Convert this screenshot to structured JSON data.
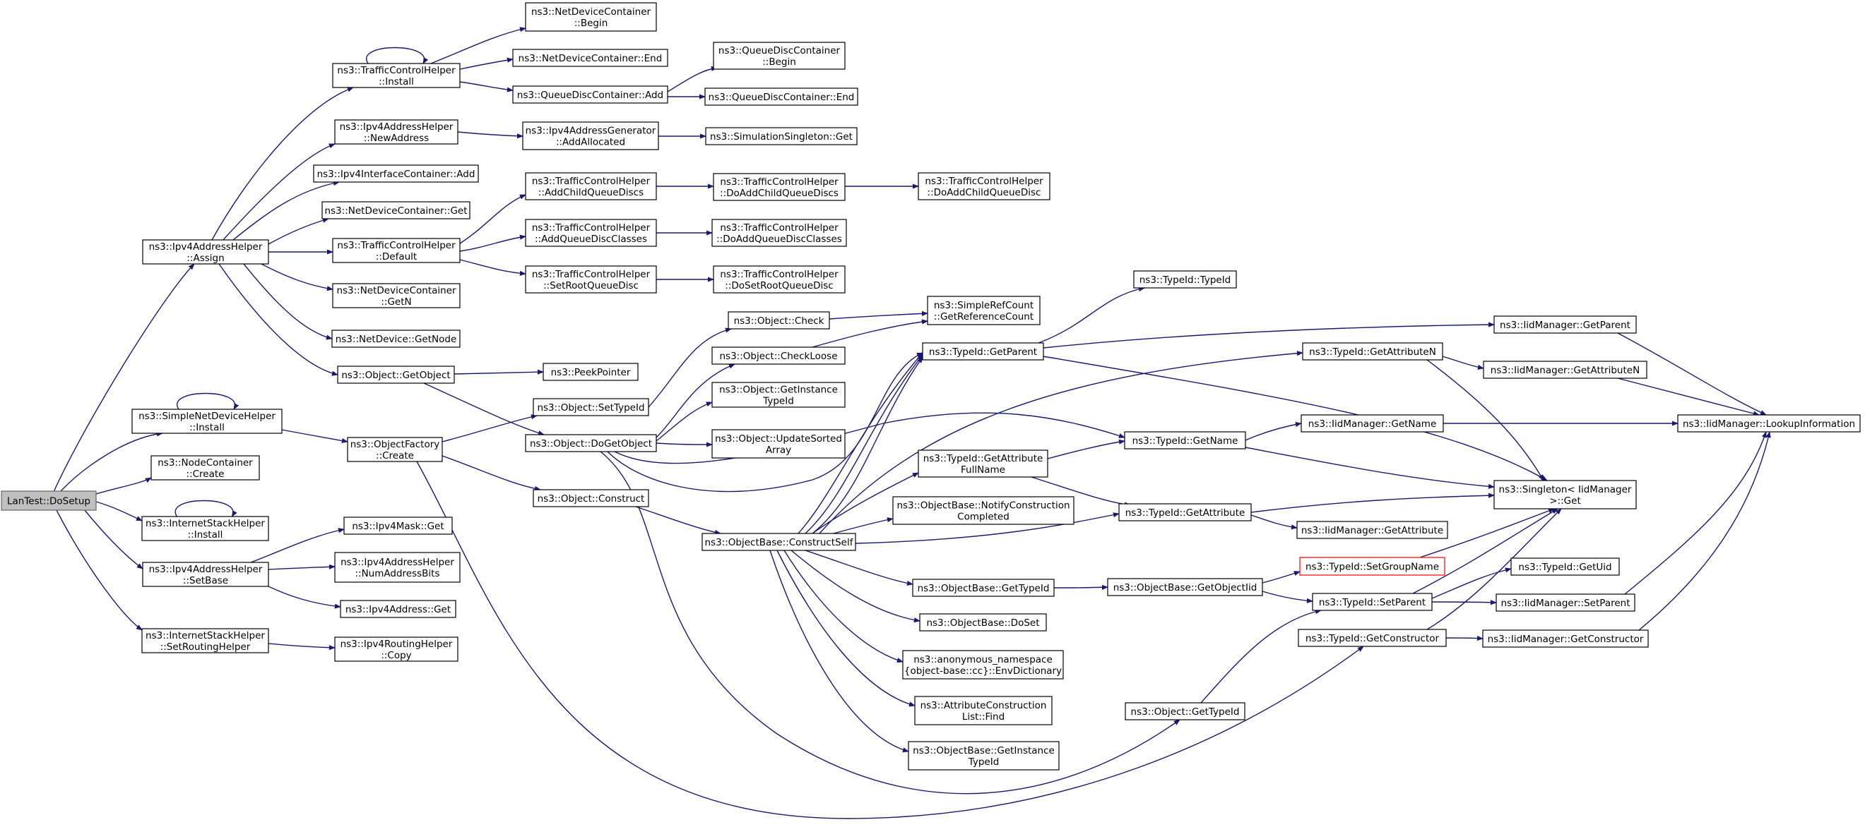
{
  "diagram": {
    "type": "call-graph",
    "colors": {
      "edge": "#191970",
      "node_border": "#000000",
      "root_fill": "#bfbfbf",
      "highlight_border": "#ff0000"
    },
    "nodes": [
      {
        "id": "root",
        "lines": [
          "LanTest::DoSetup"
        ]
      },
      {
        "id": "ipv4assign",
        "lines": [
          "ns3::Ipv4AddressHelper",
          "::Assign"
        ]
      },
      {
        "id": "simplenet",
        "lines": [
          "ns3::SimpleNetDeviceHelper",
          "::Install"
        ]
      },
      {
        "id": "nodecont",
        "lines": [
          "ns3::NodeContainer",
          "::Create"
        ]
      },
      {
        "id": "inetinstall",
        "lines": [
          "ns3::InternetStackHelper",
          "::Install"
        ]
      },
      {
        "id": "setbase",
        "lines": [
          "ns3::Ipv4AddressHelper",
          "::SetBase"
        ]
      },
      {
        "id": "setrouting",
        "lines": [
          "ns3::InternetStackHelper",
          "::SetRoutingHelper"
        ]
      },
      {
        "id": "tchinstall",
        "lines": [
          "ns3::TrafficControlHelper",
          "::Install"
        ]
      },
      {
        "id": "newaddr",
        "lines": [
          "ns3::Ipv4AddressHelper",
          "::NewAddress"
        ]
      },
      {
        "id": "ifcadd",
        "lines": [
          "ns3::Ipv4InterfaceContainer::Add"
        ]
      },
      {
        "id": "ndcget",
        "lines": [
          "ns3::NetDeviceContainer::Get"
        ]
      },
      {
        "id": "tchdefault",
        "lines": [
          "ns3::TrafficControlHelper",
          "::Default"
        ]
      },
      {
        "id": "ndcgetn",
        "lines": [
          "ns3::NetDeviceContainer",
          "::GetN"
        ]
      },
      {
        "id": "ndgetnode",
        "lines": [
          "ns3::NetDevice::GetNode"
        ]
      },
      {
        "id": "objgetobject",
        "lines": [
          "ns3::Object::GetObject"
        ]
      },
      {
        "id": "objfactory",
        "lines": [
          "ns3::ObjectFactory",
          "::Create"
        ]
      },
      {
        "id": "maskget",
        "lines": [
          "ns3::Ipv4Mask::Get"
        ]
      },
      {
        "id": "numaddrbits",
        "lines": [
          "ns3::Ipv4AddressHelper",
          "::NumAddressBits"
        ]
      },
      {
        "id": "addrget",
        "lines": [
          "ns3::Ipv4Address::Get"
        ]
      },
      {
        "id": "routingcopy",
        "lines": [
          "ns3::Ipv4RoutingHelper",
          "::Copy"
        ]
      },
      {
        "id": "ndcbegin",
        "lines": [
          "ns3::NetDeviceContainer",
          "::Begin"
        ]
      },
      {
        "id": "ndcend",
        "lines": [
          "ns3::NetDeviceContainer::End"
        ]
      },
      {
        "id": "qdcadd",
        "lines": [
          "ns3::QueueDiscContainer::Add"
        ]
      },
      {
        "id": "addralloc",
        "lines": [
          "ns3::Ipv4AddressGenerator",
          "::AddAllocated"
        ]
      },
      {
        "id": "addchildqd",
        "lines": [
          "ns3::TrafficControlHelper",
          "::AddChildQueueDiscs"
        ]
      },
      {
        "id": "addqdclasses",
        "lines": [
          "ns3::TrafficControlHelper",
          "::AddQueueDiscClasses"
        ]
      },
      {
        "id": "setrootqd",
        "lines": [
          "ns3::TrafficControlHelper",
          "::SetRootQueueDisc"
        ]
      },
      {
        "id": "peekptr",
        "lines": [
          "ns3::PeekPointer"
        ]
      },
      {
        "id": "objsettypeid",
        "lines": [
          "ns3::Object::SetTypeId"
        ]
      },
      {
        "id": "objdogetobject",
        "lines": [
          "ns3::Object::DoGetObject"
        ]
      },
      {
        "id": "objconstruct",
        "lines": [
          "ns3::Object::Construct"
        ]
      },
      {
        "id": "qdcbegin",
        "lines": [
          "ns3::QueueDiscContainer",
          "::Begin"
        ]
      },
      {
        "id": "qdcend",
        "lines": [
          "ns3::QueueDiscContainer::End"
        ]
      },
      {
        "id": "simsingleton",
        "lines": [
          "ns3::SimulationSingleton::Get"
        ]
      },
      {
        "id": "doaddchildqds",
        "lines": [
          "ns3::TrafficControlHelper",
          "::DoAddChildQueueDiscs"
        ]
      },
      {
        "id": "doaddqdclasses",
        "lines": [
          "ns3::TrafficControlHelper",
          "::DoAddQueueDiscClasses"
        ]
      },
      {
        "id": "dosetrootqd",
        "lines": [
          "ns3::TrafficControlHelper",
          "::DoSetRootQueueDisc"
        ]
      },
      {
        "id": "doaddchildqd",
        "lines": [
          "ns3::TrafficControlHelper",
          "::DoAddChildQueueDisc"
        ]
      },
      {
        "id": "objcheck",
        "lines": [
          "ns3::Object::Check"
        ]
      },
      {
        "id": "objcheckloose",
        "lines": [
          "ns3::Object::CheckLoose"
        ]
      },
      {
        "id": "objgetinstance",
        "lines": [
          "ns3::Object::GetInstance",
          "TypeId"
        ]
      },
      {
        "id": "objupdatesorted",
        "lines": [
          "ns3::Object::UpdateSorted",
          "Array"
        ]
      },
      {
        "id": "constructself",
        "lines": [
          "ns3::ObjectBase::ConstructSelf"
        ]
      },
      {
        "id": "refcount",
        "lines": [
          "ns3::SimpleRefCount",
          "::GetReferenceCount"
        ]
      },
      {
        "id": "tidgetparent",
        "lines": [
          "ns3::TypeId::GetParent"
        ]
      },
      {
        "id": "tidgetattrfull",
        "lines": [
          "ns3::TypeId::GetAttribute",
          "FullName"
        ]
      },
      {
        "id": "notifyconstruct",
        "lines": [
          "ns3::ObjectBase::NotifyConstruction",
          "Completed"
        ]
      },
      {
        "id": "obgettypeid",
        "lines": [
          "ns3::ObjectBase::GetTypeId"
        ]
      },
      {
        "id": "obdoset",
        "lines": [
          "ns3::ObjectBase::DoSet"
        ]
      },
      {
        "id": "envdict",
        "lines": [
          "ns3::anonymous_namespace",
          "{object-base::cc}::EnvDictionary"
        ]
      },
      {
        "id": "attrfind",
        "lines": [
          "ns3::AttributeConstruction",
          "List::Find"
        ]
      },
      {
        "id": "obgetinstance",
        "lines": [
          "ns3::ObjectBase::GetInstance",
          "TypeId"
        ]
      },
      {
        "id": "tidtypeid",
        "lines": [
          "ns3::TypeId::TypeId"
        ]
      },
      {
        "id": "tidgetname",
        "lines": [
          "ns3::TypeId::GetName"
        ]
      },
      {
        "id": "tidgetattr",
        "lines": [
          "ns3::TypeId::GetAttribute"
        ]
      },
      {
        "id": "obgetobjectiid",
        "lines": [
          "ns3::ObjectBase::GetObjectIid"
        ]
      },
      {
        "id": "objgettypeid",
        "lines": [
          "ns3::Object::GetTypeId"
        ]
      },
      {
        "id": "tidgetattrn",
        "lines": [
          "ns3::TypeId::GetAttributeN"
        ]
      },
      {
        "id": "iidgetname",
        "lines": [
          "ns3::IidManager::GetName"
        ]
      },
      {
        "id": "iidgetattr",
        "lines": [
          "ns3::IidManager::GetAttribute"
        ]
      },
      {
        "id": "tidsetgroup",
        "lines": [
          "ns3::TypeId::SetGroupName"
        ]
      },
      {
        "id": "tidsetparent",
        "lines": [
          "ns3::TypeId::SetParent"
        ]
      },
      {
        "id": "tidgetctor",
        "lines": [
          "ns3::TypeId::GetConstructor"
        ]
      },
      {
        "id": "iidgetparent",
        "lines": [
          "ns3::IidManager::GetParent"
        ]
      },
      {
        "id": "iidgetattrn",
        "lines": [
          "ns3::IidManager::GetAttributeN"
        ]
      },
      {
        "id": "singletonget",
        "lines": [
          "ns3::Singleton< IidManager",
          " >::Get"
        ]
      },
      {
        "id": "tidgetuid",
        "lines": [
          "ns3::TypeId::GetUid"
        ]
      },
      {
        "id": "iidsetparent",
        "lines": [
          "ns3::IidManager::SetParent"
        ]
      },
      {
        "id": "iidgetctor",
        "lines": [
          "ns3::IidManager::GetConstructor"
        ]
      },
      {
        "id": "iidlookup",
        "lines": [
          "ns3::IidManager::LookupInformation"
        ]
      }
    ]
  }
}
